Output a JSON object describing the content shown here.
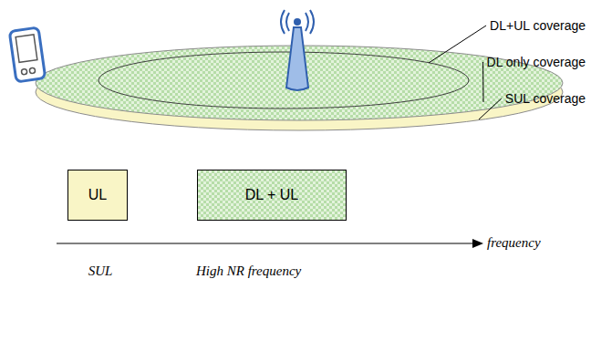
{
  "diagram": {
    "nodes": [
      {
        "text": [
          "UL"
        ]
      },
      {
        "text": [
          "DL + UL"
        ]
      }
    ],
    "edges": [],
    "labels": [
      "DL+UL coverage",
      "DL only coverage",
      "SUL coverage",
      "frequency",
      "SUL",
      "High NR frequency"
    ]
  }
}
